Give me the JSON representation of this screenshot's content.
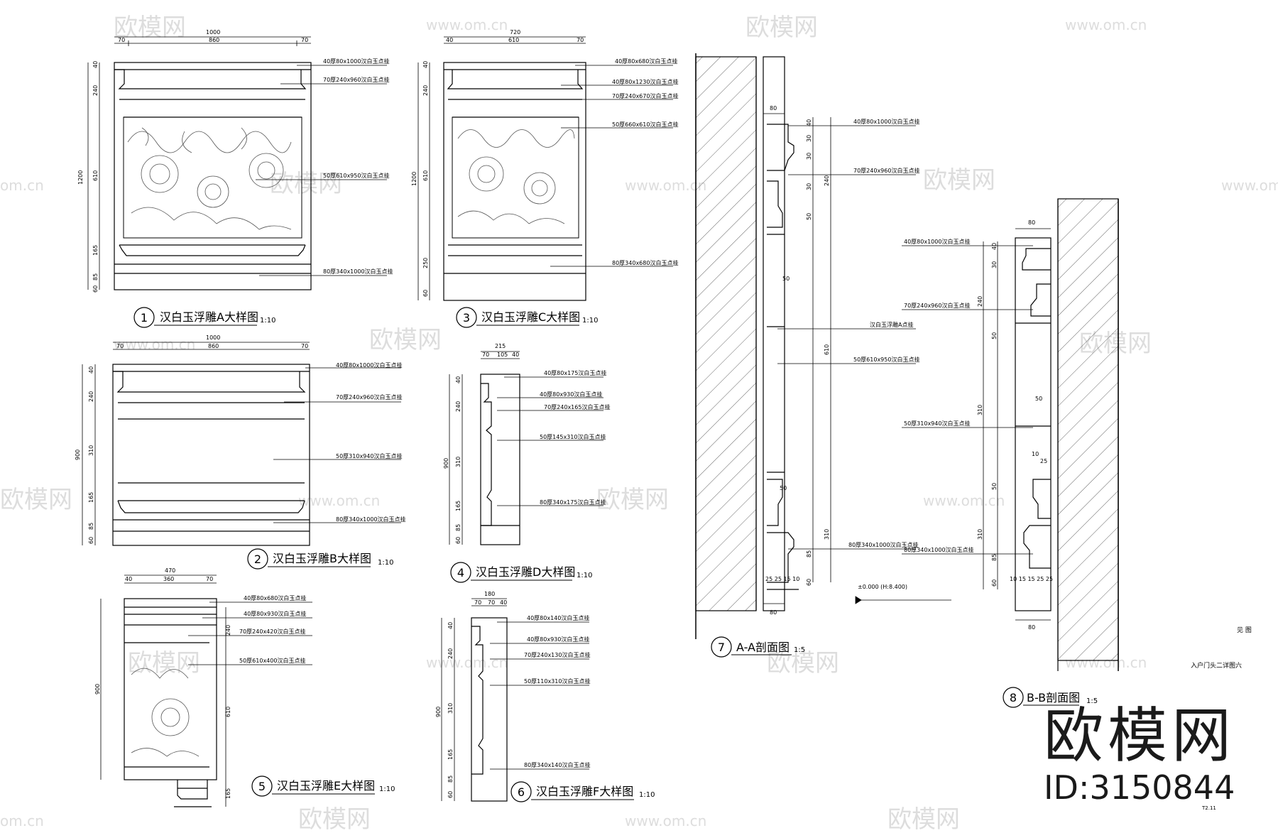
{
  "callouts": {
    "a": {
      "num": "1",
      "title": "汉白玉浮雕A大样图",
      "scale": "1:10"
    },
    "b": {
      "num": "2",
      "title": "汉白玉浮雕B大样图",
      "scale": "1:10"
    },
    "c": {
      "num": "3",
      "title": "汉白玉浮雕C大样图",
      "scale": "1:10"
    },
    "d": {
      "num": "4",
      "title": "汉白玉浮雕D大样图",
      "scale": "1:10"
    },
    "e": {
      "num": "5",
      "title": "汉白玉浮雕E大样图",
      "scale": "1:10"
    },
    "f": {
      "num": "6",
      "title": "汉白玉浮雕F大样图",
      "scale": "1:10"
    },
    "g": {
      "num": "7",
      "title": "A-A剖面图",
      "scale": "1:5"
    },
    "h": {
      "num": "8",
      "title": "B-B剖面图",
      "scale": "1:5"
    }
  },
  "dims": {
    "a": {
      "total": "1000",
      "left": "70",
      "mid": "860",
      "right": "70",
      "height": "1200",
      "r1": "40",
      "r2": "240",
      "r3": "610",
      "r4": "165",
      "r5": "85",
      "r6": "60"
    },
    "b": {
      "total": "1000",
      "left": "70",
      "mid": "860",
      "right": "70",
      "height": "900",
      "r1": "40",
      "r2": "240",
      "r3": "310",
      "r4": "165",
      "r5": "85",
      "r6": "60"
    },
    "c": {
      "total": "720",
      "left": "40",
      "mid": "610",
      "right": "70",
      "height": "1200",
      "r1": "40",
      "r2": "240",
      "r3": "610",
      "r4": "250",
      "r5": "60"
    },
    "d": {
      "total": "215",
      "left": "70",
      "mid": "105",
      "right": "40",
      "height": "900",
      "r1": "40",
      "r2": "240",
      "r3": "310",
      "r4": "165",
      "r5": "85",
      "r6": "60"
    },
    "e": {
      "total": "470",
      "left": "40",
      "mid": "360",
      "right": "70",
      "height": "900",
      "r1": "240",
      "r2": "610",
      "r3": "165"
    },
    "f": {
      "total": "180",
      "left": "70",
      "mid": "70",
      "right": "40",
      "height": "900",
      "r1": "40",
      "r2": "240",
      "r3": "310",
      "r4": "165",
      "r5": "85",
      "r6": "60"
    },
    "g": {
      "wall": "80",
      "bottom": "80",
      "r1": "40",
      "r2": "30",
      "r3": "30",
      "r4": "240",
      "r5": "30",
      "r6": "610",
      "r7": "50",
      "r8": "310",
      "r9": "85",
      "r10": "60",
      "s1": "50",
      "s2": "50",
      "bot": "25 25 15 10",
      "level": "±0.000 (H:8.400)"
    },
    "h": {
      "wall": "80",
      "bottom": "80",
      "r1": "40",
      "r2": "30",
      "r3": "240",
      "r4": "50",
      "r5": "310",
      "r6": "50",
      "r7": "310",
      "r8": "85",
      "r9": "60",
      "s1": "50",
      "s2": "10",
      "s3": "25",
      "bot": "10 15 15 25 25"
    }
  },
  "labels": {
    "a": [
      "40厚80x1000汉白玉点挂",
      "70厚240x960汉白玉点挂",
      "50厚610x950汉白玉点挂",
      "80厚340x1000汉白玉点挂"
    ],
    "b": [
      "40厚80x1000汉白玉点挂",
      "70厚240x960汉白玉点挂",
      "50厚310x940汉白玉点挂",
      "80厚340x1000汉白玉点挂"
    ],
    "c": [
      "40厚80x680汉白玉点挂",
      "40厚80x1230汉白玉点挂",
      "70厚240x670汉白玉点挂",
      "50厚660x610汉白玉点挂",
      "80厚340x680汉白玉点挂"
    ],
    "d": [
      "40厚80x175汉白玉点挂",
      "40厚80x930汉白玉点挂",
      "70厚240x165汉白玉点挂",
      "50厚145x310汉白玉点挂",
      "80厚340x175汉白玉点挂"
    ],
    "e": [
      "40厚80x680汉白玉点挂",
      "40厚80x930汉白玉点挂",
      "70厚240x420汉白玉点挂",
      "50厚610x400汉白玉点挂"
    ],
    "f": [
      "40厚80x140汉白玉点挂",
      "40厚80x930汉白玉点挂",
      "70厚240x130汉白玉点挂",
      "50厚110x310汉白玉点挂",
      "80厚340x140汉白玉点挂"
    ],
    "g": [
      "40厚80x1000汉白玉点挂",
      "70厚240x960汉白玉点挂",
      "汉白玉浮雕A点挂",
      "50厚610x950汉白玉点挂",
      "80厚340x1000汉白玉点挂"
    ],
    "h": [
      "40厚80x1000汉白玉点挂",
      "70厚240x960汉白玉点挂",
      "50厚310x940汉白玉点挂",
      "80厚340x1000汉白玉点挂"
    ]
  },
  "notes": {
    "see": "见 图",
    "detail": "入户门头二详图六",
    "sheet_no": "T2.11"
  },
  "watermark": {
    "brand": "欧模网",
    "id": "ID:3150844",
    "url": "www.om.cn",
    "short": "om.cn"
  }
}
